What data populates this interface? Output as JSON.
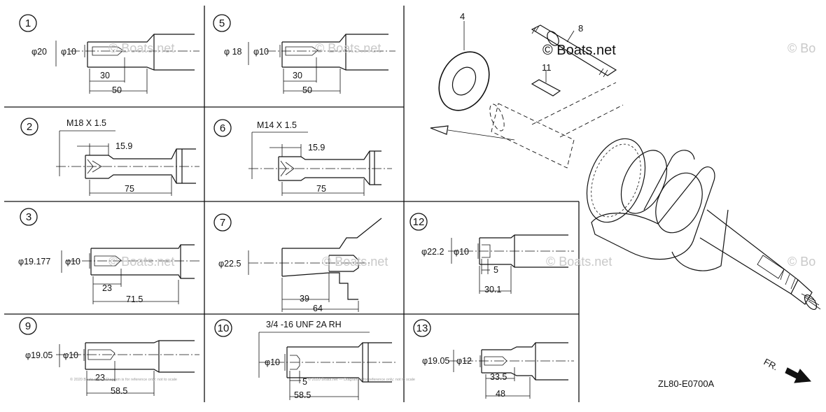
{
  "diagram": {
    "code": "ZL80-E0700A",
    "front_label": "FR.",
    "watermark": "© Boats.net",
    "watermark_short": "© Bo",
    "copyright_note": "© 2020 Boats.net — Diagram is for reference only; not to scale",
    "assembly_labels": {
      "washer": "4",
      "shaft": "8",
      "key": "11"
    },
    "panels": [
      {
        "id": "1",
        "dims": [
          "φ20",
          "φ10",
          "30",
          "50"
        ]
      },
      {
        "id": "2",
        "thread": "M18 X 1.5",
        "dims": [
          "15.9",
          "75"
        ]
      },
      {
        "id": "3",
        "dims": [
          "φ19.177",
          "φ10",
          "23",
          "71.5"
        ]
      },
      {
        "id": "5",
        "dims": [
          "φ 18",
          "φ10",
          "30",
          "50"
        ]
      },
      {
        "id": "6",
        "thread": "M14 X 1.5",
        "dims": [
          "15.9",
          "75"
        ]
      },
      {
        "id": "7",
        "dims": [
          "φ22.5",
          "39",
          "64"
        ]
      },
      {
        "id": "9",
        "dims": [
          "φ19.05",
          "φ10",
          "23",
          "58.5"
        ]
      },
      {
        "id": "10",
        "thread": "3/4 -16 UNF 2A RH",
        "dims": [
          "φ10",
          "5",
          "58.5"
        ]
      },
      {
        "id": "12",
        "dims": [
          "φ22.2",
          "φ10",
          "5",
          "30.1"
        ]
      },
      {
        "id": "13",
        "dims": [
          "φ19.05",
          "φ12",
          "33.5",
          "48"
        ]
      }
    ]
  }
}
